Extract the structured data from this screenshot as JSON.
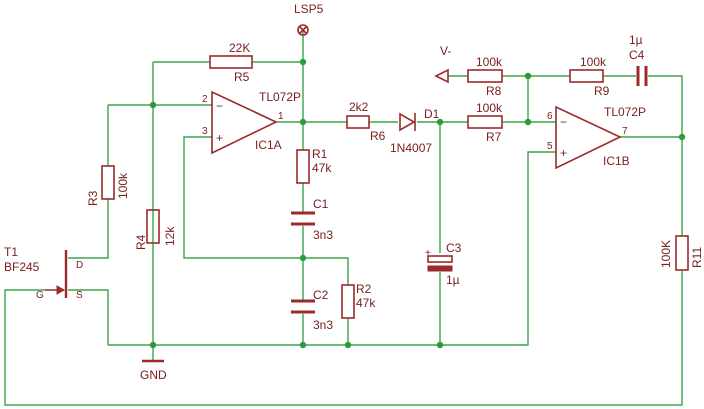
{
  "labels": {
    "lsp5": "LSP5",
    "r5_value": "22K",
    "r5_name": "R5",
    "ic1a_part": "TL072P",
    "ic1a_name": "IC1A",
    "ic1a_pin2": "2",
    "ic1a_pin3": "3",
    "ic1a_pin1": "1",
    "ic1a_minus": "−",
    "ic1a_plus": "+",
    "r6_value": "2k2",
    "r6_name": "R6",
    "d1_name": "D1",
    "d1_part": "1N4007",
    "vminus": "V-",
    "r8_value": "100k",
    "r8_name": "R8",
    "r9_value": "100k",
    "r9_name": "R9",
    "c4_value": "1µ",
    "c4_name": "C4",
    "r7_value": "100k",
    "r7_name": "R7",
    "ic1b_part": "TL072P",
    "ic1b_name": "IC1B",
    "ic1b_pin6": "6",
    "ic1b_pin5": "5",
    "ic1b_pin7": "7",
    "ic1b_minus": "−",
    "ic1b_plus": "+",
    "r1_name": "R1",
    "r1_value": "47k",
    "c1_name": "C1",
    "c1_value": "3n3",
    "c2_name": "C2",
    "c2_value": "3n3",
    "r2_name": "R2",
    "r2_value": "47k",
    "c3_name": "C3",
    "c3_value": "1µ",
    "c3_plus": "+",
    "r3_name": "R3",
    "r3_value": "100k",
    "r4_name": "R4",
    "r4_value": "12k",
    "r11_name": "R11",
    "r11_value": "100K",
    "t1_name": "T1",
    "t1_part": "BF245",
    "t1_d": "D",
    "t1_g": "G",
    "t1_s": "S",
    "gnd": "GND"
  }
}
